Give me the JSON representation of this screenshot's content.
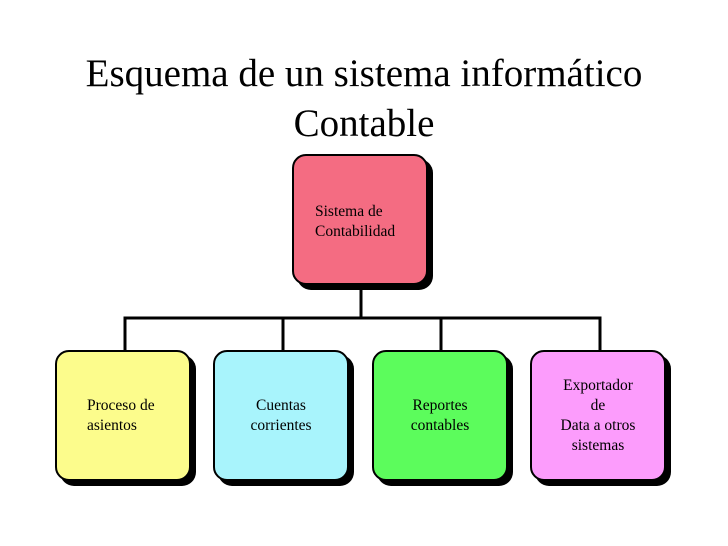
{
  "title": {
    "line1": "Esquema de un sistema informático",
    "line2": "Contable"
  },
  "root": {
    "label": "Sistema de \nContabilidad",
    "color": "#f46c82"
  },
  "children": [
    {
      "label": "Proceso de \nasientos",
      "color": "#fcfc8c"
    },
    {
      "label": "Cuentas \ncorrientes",
      "color": "#a8f4fc"
    },
    {
      "label": "Reportes \ncontables",
      "color": "#5cfc5c"
    },
    {
      "label": "Exportador\nde\nData a otros\nsistemas",
      "color": "#fc9cfc"
    }
  ]
}
